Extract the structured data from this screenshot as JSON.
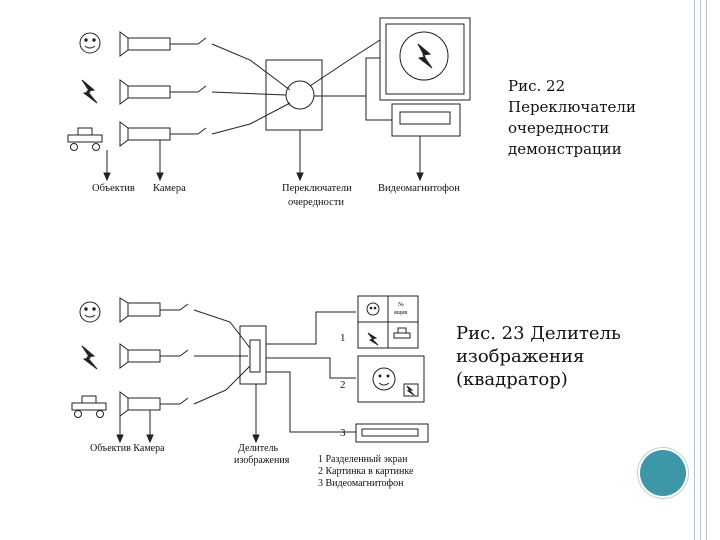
{
  "figure1": {
    "caption": [
      "Рис. 22",
      "Переключатели",
      "очередности",
      "демонстрации"
    ],
    "labels": {
      "lenses": "Объектив",
      "camera": "Камера",
      "switcher_1": "Переключатели",
      "switcher_2": "очередности",
      "vcr": "Видеомагнитофон"
    }
  },
  "figure2": {
    "caption": [
      "Рис. 23 Делитель",
      "изображения",
      "(квадратор)"
    ],
    "labels": {
      "lenses_camera": "Объектив Камера",
      "splitter_1": "Делитель",
      "splitter_2": "изображения",
      "out1": "1",
      "out2": "2",
      "out3": "3",
      "quad_text_1": "№",
      "quad_text_2": "ящик"
    },
    "legend": [
      "1 Разделенный экран",
      "2 Картинка в картинке",
      "3 Видеомагнитофон"
    ]
  },
  "colors": {
    "accent_circle": "#3d97a8",
    "line": "#222222"
  }
}
